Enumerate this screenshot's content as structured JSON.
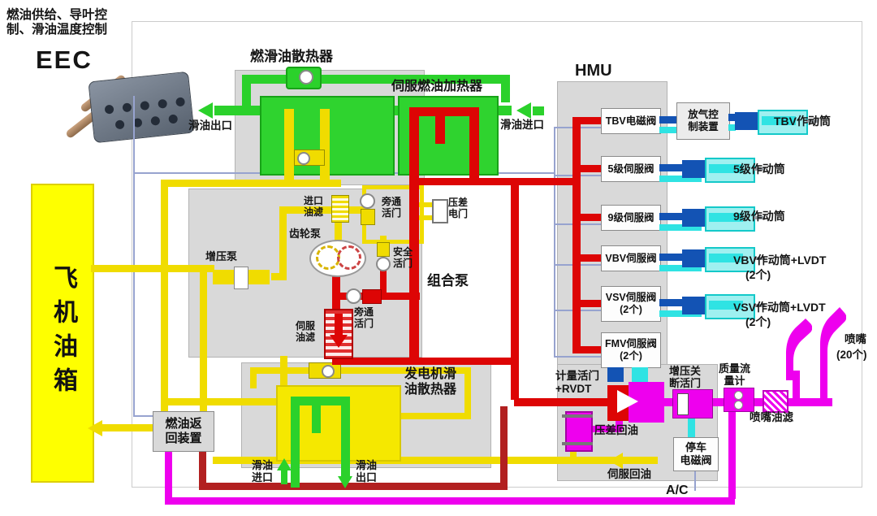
{
  "header": {
    "annotation_lines": [
      "燃油供给、导叶控",
      "制、滑油温度控制"
    ],
    "eec": "EEC"
  },
  "tank": {
    "label": "飞机油箱"
  },
  "fcoc": {
    "title": "燃滑油散热器",
    "oil_outlet": "滑油出口"
  },
  "servo_heater": {
    "title": "伺服燃油加热器",
    "oil_inlet": "滑油进口"
  },
  "gen_cooler": {
    "title_lines": [
      "发电机滑",
      "油散热器"
    ],
    "oil_inlet_lines": [
      "滑油",
      "进口"
    ],
    "oil_outlet_lines": [
      "滑油",
      "出口"
    ]
  },
  "pump": {
    "title": "组合泵",
    "inlet_filter": [
      "进口",
      "油滤"
    ],
    "bypass_valve": [
      "旁通",
      "活门"
    ],
    "dp_switch": [
      "压差",
      "电门"
    ],
    "gear_pump": "齿轮泵",
    "boost_pump": "增压泵",
    "safety_valve": [
      "安全",
      "活门"
    ],
    "bypass_valve2": [
      "旁通",
      "活门"
    ],
    "servo_filter": [
      "伺服",
      "油滤"
    ]
  },
  "hmu": {
    "title": "HMU",
    "bleed_control": [
      "放气控",
      "制装置"
    ],
    "rows": [
      {
        "valve": "TBV电磁阀",
        "count": "",
        "actuator": "TBV作动筒",
        "actuator_count": ""
      },
      {
        "valve": "5级伺服阀",
        "count": "",
        "actuator": "5级作动筒",
        "actuator_count": ""
      },
      {
        "valve": "9级伺服阀",
        "count": "",
        "actuator": "9级作动筒",
        "actuator_count": ""
      },
      {
        "valve": "VBV伺服阀",
        "count": "",
        "actuator": "VBV作动筒+LVDT",
        "actuator_count": "(2个)"
      },
      {
        "valve": "VSV伺服阀",
        "count": "(2个)",
        "actuator": "VSV作动筒+LVDT",
        "actuator_count": "(2个)"
      },
      {
        "valve": "FMV伺服阀",
        "count": "(2个)",
        "actuator": "",
        "actuator_count": ""
      }
    ]
  },
  "metering": {
    "metering_valve": [
      "计量活门",
      "+RVDT"
    ],
    "dp_return": "压差回油",
    "servo_return": "伺服回油",
    "shutoff_valve": [
      "增压关",
      "断活门"
    ],
    "shutdown_solenoid": [
      "停车",
      "电磁阀"
    ],
    "ac": "A/C",
    "flow_meter": [
      "质量流",
      "量计"
    ],
    "nozzle_filter": "喷嘴油滤",
    "nozzles": "喷嘴",
    "nozzles_count": "(20个)"
  },
  "return_device": {
    "label_lines": [
      "燃油返",
      "回装置"
    ]
  },
  "colors": {
    "fuel_low_pressure": "#f0dc00",
    "fuel_high_pressure": "#dd0505",
    "fuel_metered": "#ee00ee",
    "oil": "#2bd12b",
    "servo": "#2fe3e3",
    "actuation": "#1353b4",
    "hp_return": "#b22020",
    "electric": "#97a3cf"
  }
}
